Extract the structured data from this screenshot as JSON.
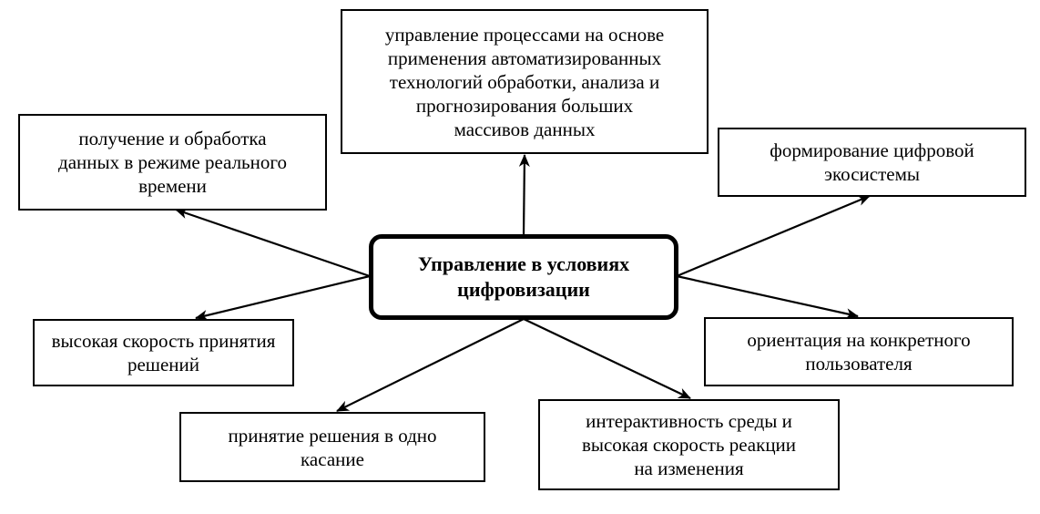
{
  "diagram": {
    "center": {
      "label": "Управление в условиях\nцифровизации"
    },
    "nodes": {
      "top": {
        "label": "управление процессами на основе\nприменения автоматизированных\nтехнологий обработки, анализа и\nпрогнозирования больших\nмассивов данных"
      },
      "left_top": {
        "label": "получение и обработка\nданных в режиме реального\nвремени"
      },
      "right_top": {
        "label": "формирование цифровой\nэкосистемы"
      },
      "left_bottom": {
        "label": "высокая скорость принятия\nрешений"
      },
      "right_bottom": {
        "label": "ориентация на конкретного\nпользователя"
      },
      "bottom_left": {
        "label": "принятие решения в одно\nкасание"
      },
      "bottom_right": {
        "label": "интерактивность среды и\nвысокая скорость реакции\nна изменения"
      }
    },
    "edges": [
      {
        "from": "center",
        "to": "top"
      },
      {
        "from": "center",
        "to": "left_top"
      },
      {
        "from": "center",
        "to": "right_top"
      },
      {
        "from": "center",
        "to": "left_bottom"
      },
      {
        "from": "center",
        "to": "right_bottom"
      },
      {
        "from": "center",
        "to": "bottom_left"
      },
      {
        "from": "center",
        "to": "bottom_right"
      }
    ]
  }
}
